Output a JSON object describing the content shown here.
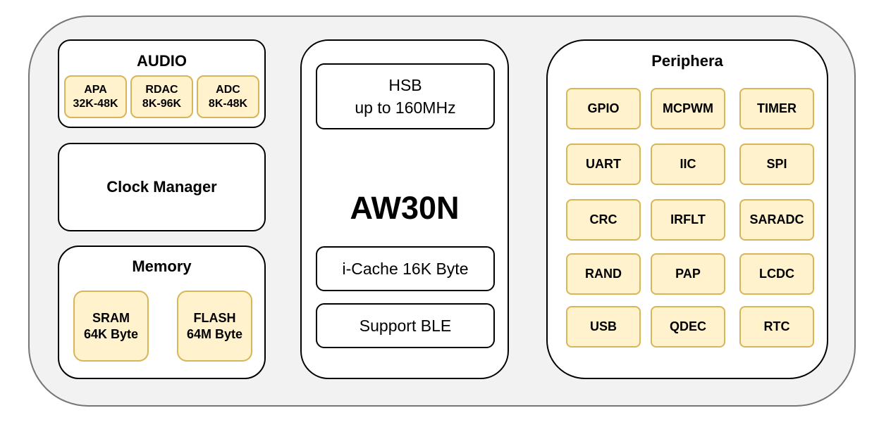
{
  "colors": {
    "background": "#f2f2f2",
    "outer_border": "#757575",
    "chip_fill": "#fff2cc",
    "chip_border": "#d6b656"
  },
  "audio": {
    "title": "AUDIO",
    "blocks": [
      {
        "name": "APA",
        "range": "32K-48K"
      },
      {
        "name": "RDAC",
        "range": "8K-96K"
      },
      {
        "name": "ADC",
        "range": "8K-48K"
      }
    ]
  },
  "clock_manager": {
    "title": "Clock Manager"
  },
  "memory": {
    "title": "Memory",
    "blocks": [
      {
        "name": "SRAM",
        "size": "64K Byte"
      },
      {
        "name": "FLASH",
        "size": "64M Byte"
      }
    ]
  },
  "core": {
    "bus_name": "HSB",
    "bus_speed": "up to 160MHz",
    "chip_name": "AW30N",
    "cache": "i-Cache 16K Byte",
    "ble": "Support BLE"
  },
  "peripheral": {
    "title": "Periphera",
    "items": [
      "GPIO",
      "MCPWM",
      "TIMER",
      "UART",
      "IIC",
      "SPI",
      "CRC",
      "IRFLT",
      "SARADC",
      "RAND",
      "PAP",
      "LCDC",
      "USB",
      "QDEC",
      "RTC"
    ]
  }
}
